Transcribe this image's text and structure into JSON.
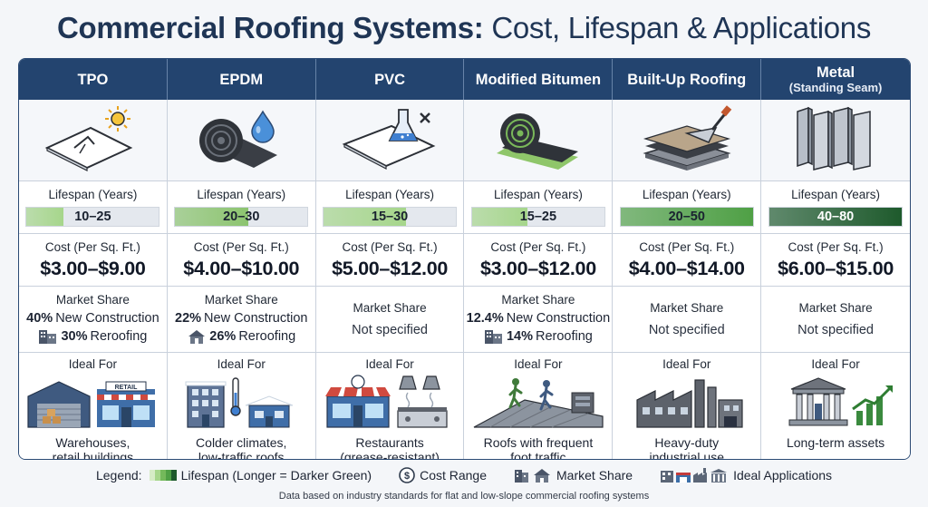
{
  "header": {
    "title_strong": "Commercial Roofing Systems:",
    "title_rest": " Cost, Lifespan & Applications"
  },
  "row_labels": {
    "lifespan": "Lifespan (Years)",
    "cost": "Cost (Per Sq. Ft.)",
    "market_share": "Market Share",
    "ideal_for": "Ideal For"
  },
  "colors": {
    "header_bg": "#23446f",
    "bar_track": "#e4e8ee"
  },
  "columns": [
    {
      "name": "TPO",
      "subtitle": "",
      "icon": "membrane-sun-icon",
      "lifespan": "10–25",
      "lifespan_level": 0.28,
      "bar_color": "#a6d68b",
      "cost": "$3.00–$9.00",
      "market_share": [
        {
          "pct": "40%",
          "text": "New Construction",
          "icon": "none"
        },
        {
          "pct": "30%",
          "text": "Reroofing",
          "icon": "building-icon"
        }
      ],
      "market_share_na": "",
      "ideal_icon": "warehouse-retail-icon",
      "ideal_text": [
        "Warehouses,",
        "retail buildings"
      ]
    },
    {
      "name": "EPDM",
      "subtitle": "",
      "icon": "rubber-roll-drop-icon",
      "lifespan": "20–30",
      "lifespan_level": 0.55,
      "bar_color": "#8cc46f",
      "cost": "$4.00–$10.00",
      "market_share": [
        {
          "pct": "22%",
          "text": "New Construction",
          "icon": "none"
        },
        {
          "pct": "26%",
          "text": "Reroofing",
          "icon": "house-icon"
        }
      ],
      "market_share_na": "",
      "ideal_icon": "cold-building-icon",
      "ideal_text": [
        "Colder climates,",
        "low-traffic roofs"
      ]
    },
    {
      "name": "PVC",
      "subtitle": "",
      "icon": "membrane-flask-icon",
      "lifespan": "15–30",
      "lifespan_level": 0.62,
      "bar_color": "#a6d68b",
      "cost": "$5.00–$12.00",
      "market_share": [],
      "market_share_na": "Not specified",
      "ideal_icon": "restaurant-icon",
      "ideal_text": [
        "Restaurants",
        "(grease-resistant)"
      ]
    },
    {
      "name": "Modified Bitumen",
      "subtitle": "",
      "icon": "bitumen-roll-icon",
      "lifespan": "15–25",
      "lifespan_level": 0.42,
      "bar_color": "#a6d68b",
      "cost": "$3.00–$12.00",
      "market_share": [
        {
          "pct": "12.4%",
          "text": "New Construction",
          "icon": "none"
        },
        {
          "pct": "14%",
          "text": "Reroofing",
          "icon": "building-icon"
        }
      ],
      "market_share_na": "",
      "ideal_icon": "foot-traffic-icon",
      "ideal_text": [
        "Roofs with frequent",
        "foot traffic"
      ]
    },
    {
      "name": "Built-Up Roofing",
      "subtitle": "",
      "icon": "layered-trowel-icon",
      "lifespan": "20–50",
      "lifespan_level": 1.0,
      "bar_color": "#4fa045",
      "cost": "$4.00–$14.00",
      "market_share": [],
      "market_share_na": "Not specified",
      "ideal_icon": "factory-icon",
      "ideal_text": [
        "Heavy-duty",
        "industrial use"
      ]
    },
    {
      "name": "Metal",
      "subtitle": "(Standing Seam)",
      "icon": "standing-seam-icon",
      "lifespan": "40–80",
      "lifespan_level": 1.0,
      "bar_color": "#1e5a2c",
      "cost": "$6.00–$15.00",
      "market_share": [],
      "market_share_na": "Not specified",
      "ideal_icon": "bank-growth-icon",
      "ideal_text": [
        "Long-term assets"
      ]
    }
  ],
  "legend": {
    "label": "Legend:",
    "lifespan": "Lifespan (Longer = Darker Green)",
    "cost": "Cost Range",
    "market_share": "Market Share",
    "ideal": "Ideal Applications",
    "icons": [
      "gradient-bar-icon",
      "dollar-coin-icon",
      "buildings-icon",
      "applications-icon"
    ]
  },
  "footnote": "Data based on industry standards for flat and low-slope commercial roofing systems"
}
